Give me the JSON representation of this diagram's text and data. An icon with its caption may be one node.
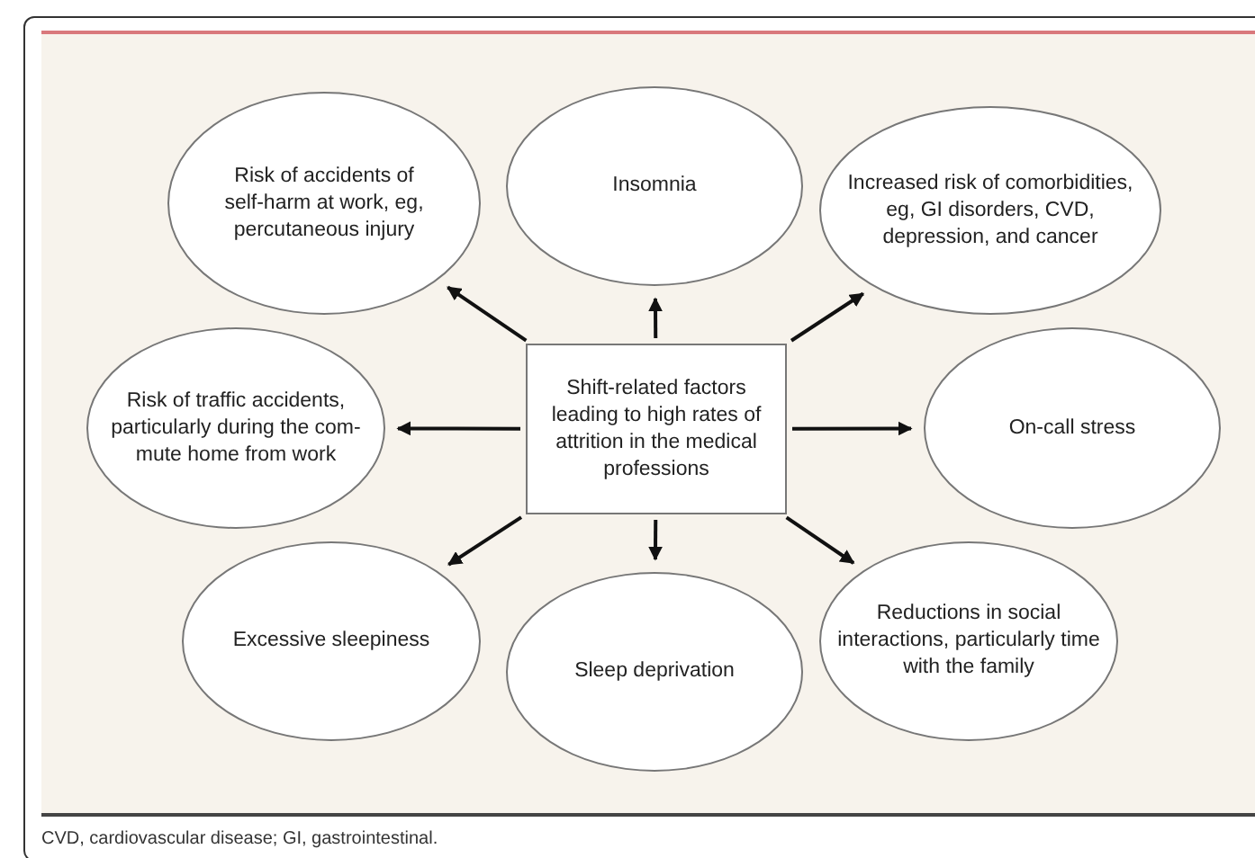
{
  "diagram": {
    "caption": "CVD, cardiovascular disease; GI, gastrointestinal.",
    "nodes": [
      {
        "text": [
          "Risk of accidents of self-harm at work, eg, percutaneous injury"
        ]
      },
      {
        "text": [
          "Insomnia"
        ]
      },
      {
        "text": [
          "Increased risk of comorbidities, eg, GI disorders, CVD, depression, and cancer"
        ]
      },
      {
        "text": [
          "Risk of traffic accidents, particularly during the com-mute home from work"
        ]
      },
      {
        "text": [
          "Shift-related factors leading to high rates of attrition in the medical professions"
        ]
      },
      {
        "text": [
          "On-call stress"
        ]
      },
      {
        "text": [
          "Excessive sleepiness"
        ]
      },
      {
        "text": [
          "Sleep deprivation"
        ]
      },
      {
        "text": [
          "Reductions in social interactions, particularly time with the family"
        ]
      }
    ],
    "edges": [
      {
        "from": 4,
        "to": 0,
        "arrow": "to"
      },
      {
        "from": 4,
        "to": 1,
        "arrow": "to"
      },
      {
        "from": 4,
        "to": 2,
        "arrow": "to"
      },
      {
        "from": 4,
        "to": 3,
        "arrow": "to"
      },
      {
        "from": 4,
        "to": 5,
        "arrow": "to"
      },
      {
        "from": 4,
        "to": 6,
        "arrow": "to"
      },
      {
        "from": 4,
        "to": 7,
        "arrow": "to"
      },
      {
        "from": 4,
        "to": 8,
        "arrow": "to"
      }
    ]
  }
}
